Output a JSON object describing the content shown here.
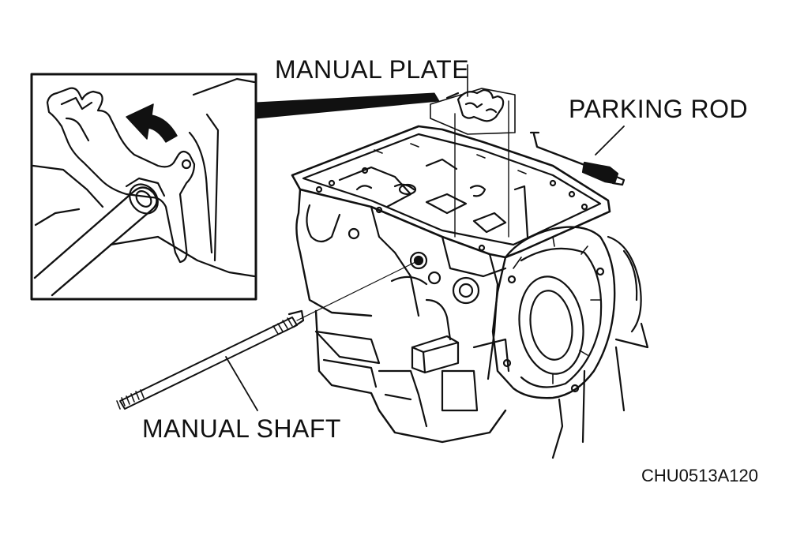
{
  "labels": {
    "manual_plate": "MANUAL PLATE",
    "parking_rod": "PARKING ROD",
    "manual_shaft": "MANUAL SHAFT",
    "figure_code": "CHU0513A120"
  },
  "colors": {
    "ink": "#111111",
    "background": "#ffffff"
  }
}
